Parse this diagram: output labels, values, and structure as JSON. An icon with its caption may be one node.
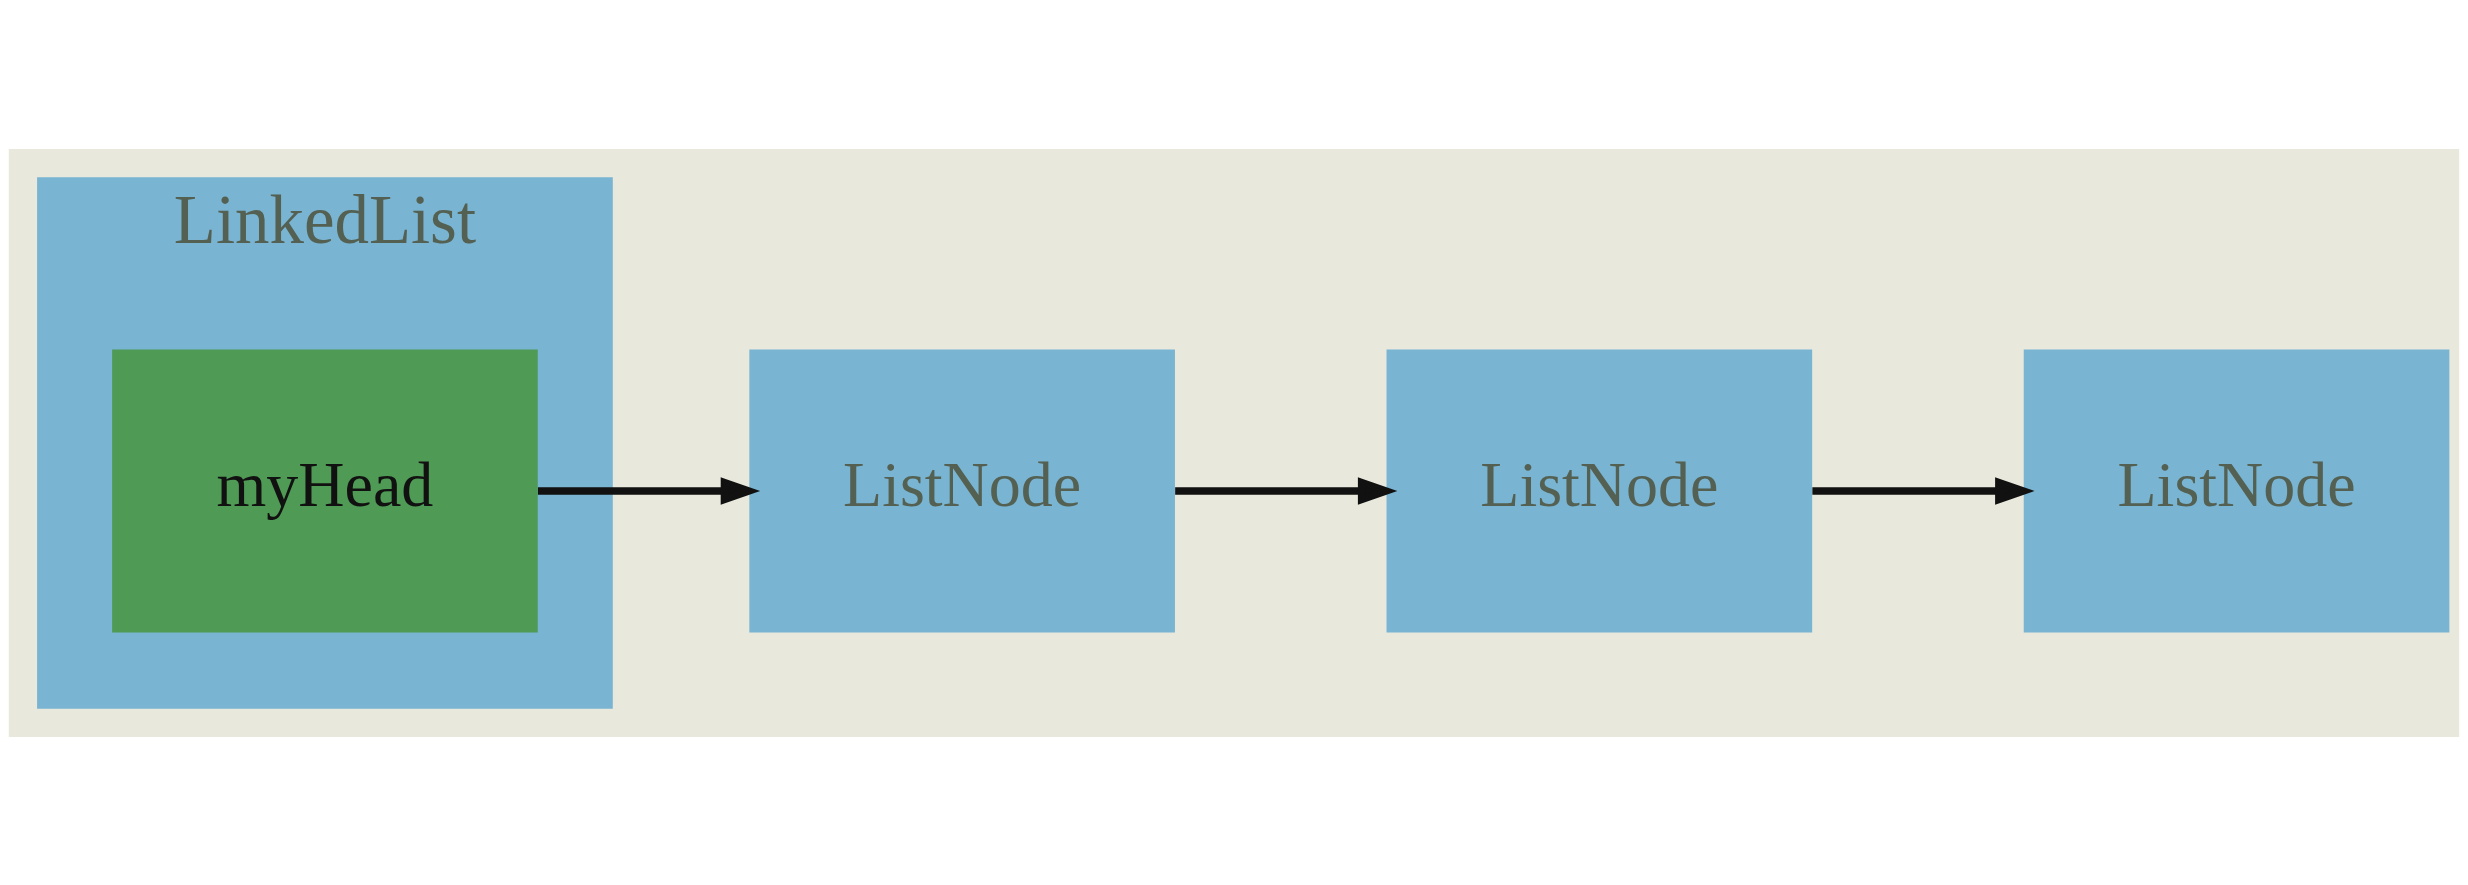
{
  "diagram": {
    "nodes": [
      {
        "text": [
          "LinkedList"
        ]
      },
      {
        "text": [
          "myHead"
        ],
        "in": 0
      },
      {
        "text": [
          "ListNode"
        ]
      },
      {
        "text": [
          "ListNode"
        ]
      },
      {
        "text": [
          "ListNode"
        ]
      }
    ],
    "edges": [
      {
        "from": 1,
        "to": 2,
        "arrow": "to"
      },
      {
        "from": 2,
        "to": 3,
        "arrow": "to"
      },
      {
        "from": 3,
        "to": 4,
        "arrow": "to"
      }
    ]
  }
}
